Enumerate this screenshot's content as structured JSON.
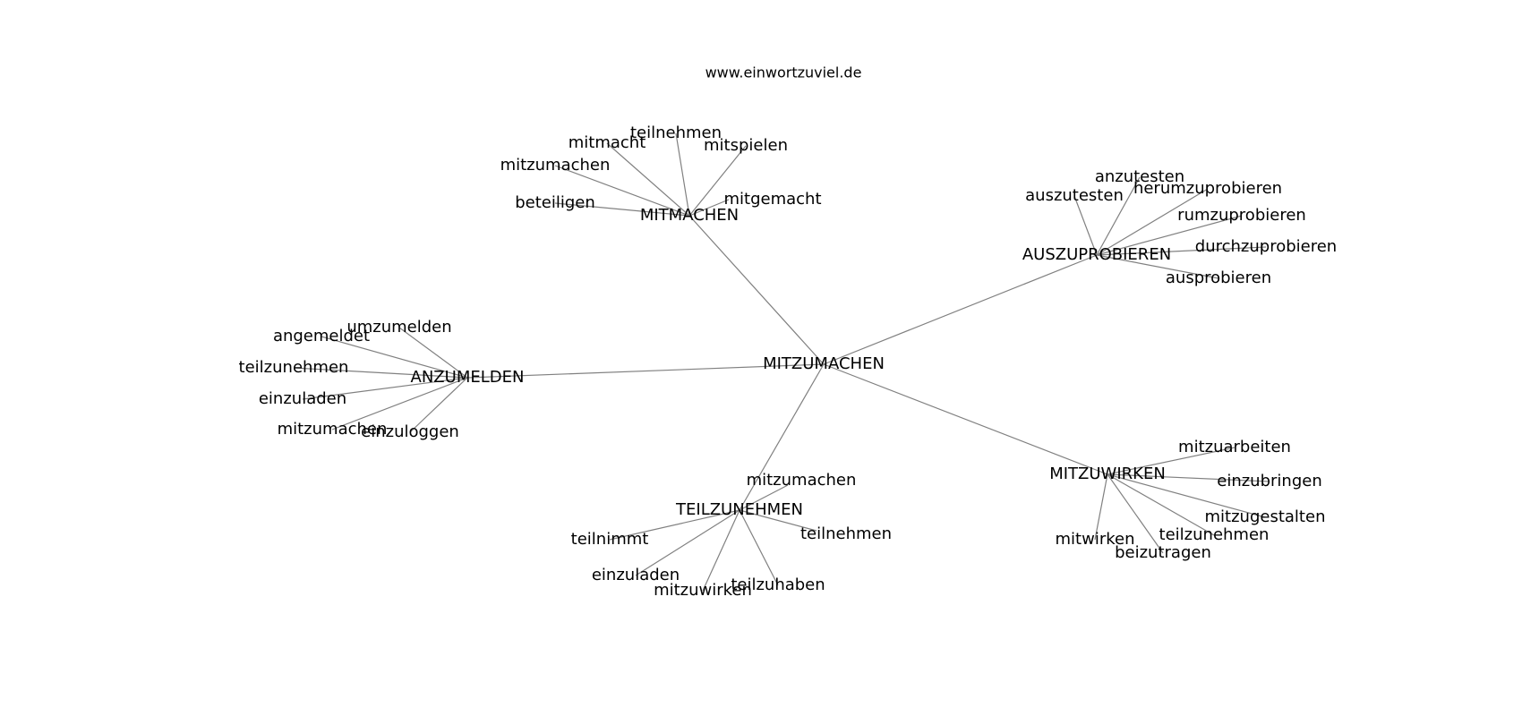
{
  "credit": "www.einwortzuviel.de",
  "graph": {
    "center": "MITZUMACHEN",
    "clusters": [
      {
        "hub": "MITMACHEN",
        "leaves": [
          "teilnehmen",
          "mitmacht",
          "mitspielen",
          "mitzumachen",
          "beteiligen",
          "mitgemacht"
        ]
      },
      {
        "hub": "AUSZUPROBIEREN",
        "leaves": [
          "anzutesten",
          "herumzuprobieren",
          "auszutesten",
          "rumzuprobieren",
          "durchzuprobieren",
          "ausprobieren"
        ]
      },
      {
        "hub": "ANZUMELDEN",
        "leaves": [
          "umzumelden",
          "angemeldet",
          "teilzunehmen",
          "einzuladen",
          "mitzumachen",
          "einzuloggen"
        ]
      },
      {
        "hub": "TEILZUNEHMEN",
        "leaves": [
          "mitzumachen",
          "teilnimmt",
          "teilnehmen",
          "einzuladen",
          "teilzuhaben",
          "mitzuwirken"
        ]
      },
      {
        "hub": "MITZUWIRKEN",
        "leaves": [
          "mitzuarbeiten",
          "einzubringen",
          "mitzugestalten",
          "mitwirken",
          "teilzunehmen",
          "beizutragen"
        ]
      }
    ]
  }
}
